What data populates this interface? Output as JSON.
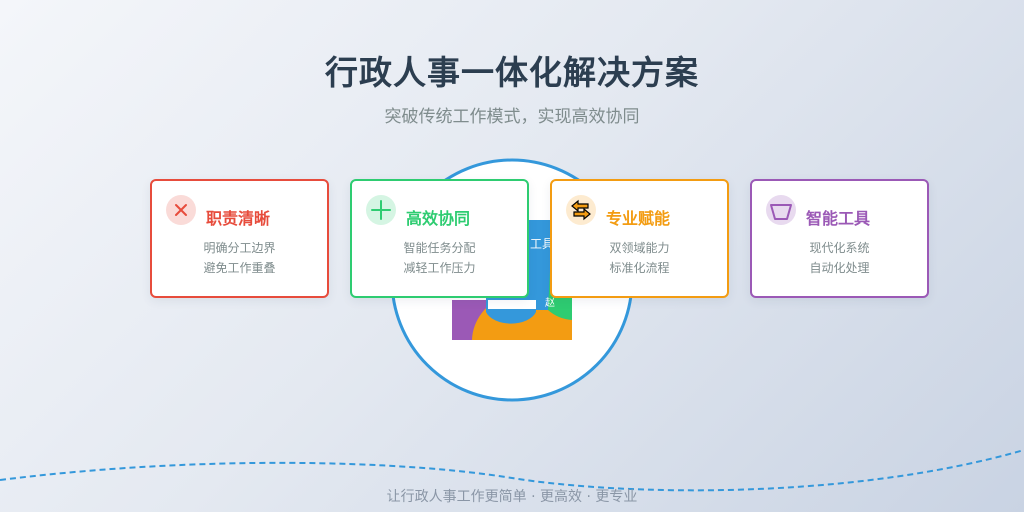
{
  "header": {
    "title": "行政人事一体化解决方案",
    "subtitle": "突破传统工作模式，实现高效协同"
  },
  "center": {
    "fragment_label_1": "工具",
    "fragment_label_2": "赵"
  },
  "cards": [
    {
      "title": "职责清晰",
      "line1": "明确分工边界",
      "line2": "避免工作重叠",
      "color": "#e74c3c",
      "icon_bg": "#fadbd8",
      "icon": "close-x-icon"
    },
    {
      "title": "高效协同",
      "line1": "智能任务分配",
      "line2": "减轻工作压力",
      "color": "#2ecc71",
      "icon_bg": "#d5f5e3",
      "icon": "plus-icon"
    },
    {
      "title": "专业赋能",
      "line1": "双领域能力",
      "line2": "标准化流程",
      "color": "#f39c12",
      "icon_bg": "#fdebd0",
      "icon": "arrows-icon"
    },
    {
      "title": "智能工具",
      "line1": "现代化系统",
      "line2": "自动化处理",
      "color": "#9b59b6",
      "icon_bg": "#e8daef",
      "icon": "trapezoid-icon"
    }
  ],
  "footer": {
    "text": "让行政人事工作更简单 · 更高效 · 更专业"
  }
}
